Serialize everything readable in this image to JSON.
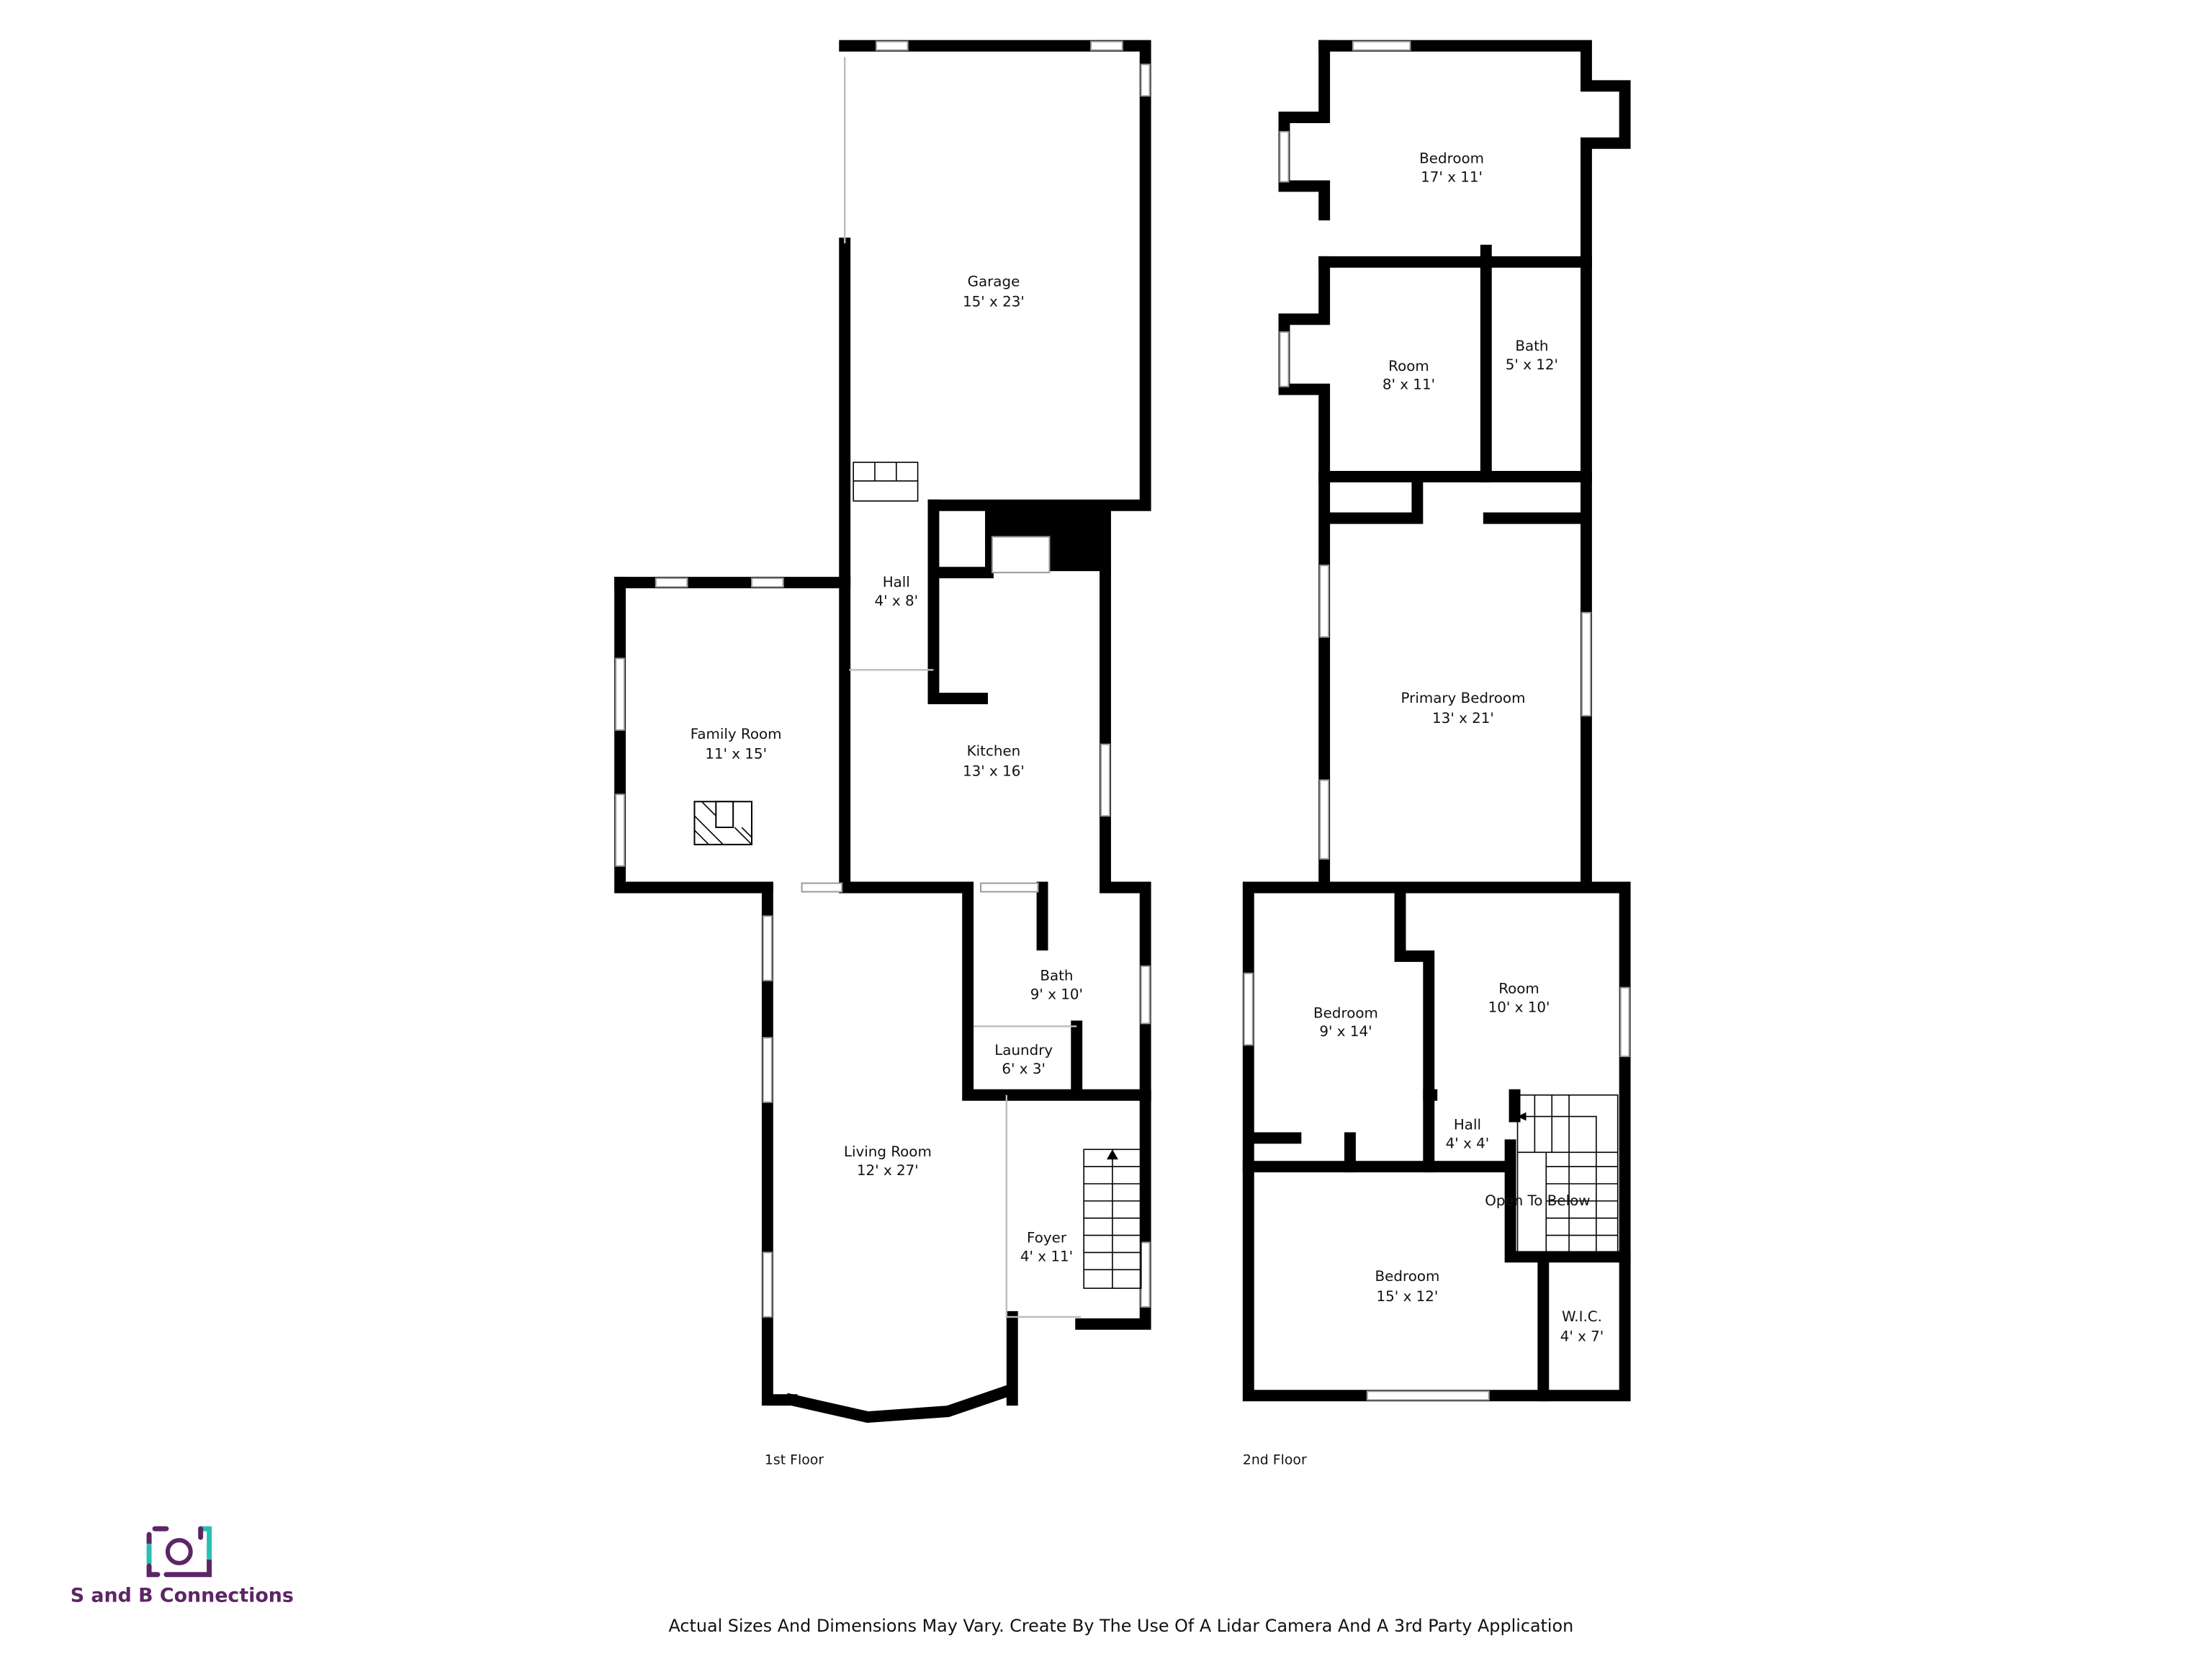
{
  "floors": [
    {
      "label": "1st Floor",
      "rooms": [
        {
          "name": "Garage",
          "size": "15' x 23'"
        },
        {
          "name": "Hall",
          "size": "4' x 8'"
        },
        {
          "name": "Family Room",
          "size": "11' x 15'"
        },
        {
          "name": "Kitchen",
          "size": "13' x 16'"
        },
        {
          "name": "Bath",
          "size": "9' x 10'"
        },
        {
          "name": "Laundry",
          "size": "6' x 3'"
        },
        {
          "name": "Living Room",
          "size": "12' x 27'"
        },
        {
          "name": "Foyer",
          "size": "4' x 11'"
        }
      ]
    },
    {
      "label": "2nd Floor",
      "rooms": [
        {
          "name": "Bedroom",
          "size": "17' x 11'"
        },
        {
          "name": "Room",
          "size": "8' x 11'"
        },
        {
          "name": "Bath",
          "size": "5' x 12'"
        },
        {
          "name": "Primary Bedroom",
          "size": "13' x 21'"
        },
        {
          "name": "Bedroom",
          "size": "9' x 14'"
        },
        {
          "name": "Room",
          "size": "10' x 10'"
        },
        {
          "name": "Hall",
          "size": "4' x 4'"
        },
        {
          "name": "Open To Below",
          "size": ""
        },
        {
          "name": "Bedroom",
          "size": "15' x 12'"
        },
        {
          "name": "W.I.C.",
          "size": "4' x 7'"
        }
      ]
    }
  ],
  "brand": {
    "name": "S and B Connections",
    "colors": {
      "primary": "#5c2565",
      "accent": "#2bbfb3"
    }
  },
  "footer": "Actual Sizes And Dimensions May Vary. Create By The Use Of A Lidar Camera And A 3rd Party Application"
}
